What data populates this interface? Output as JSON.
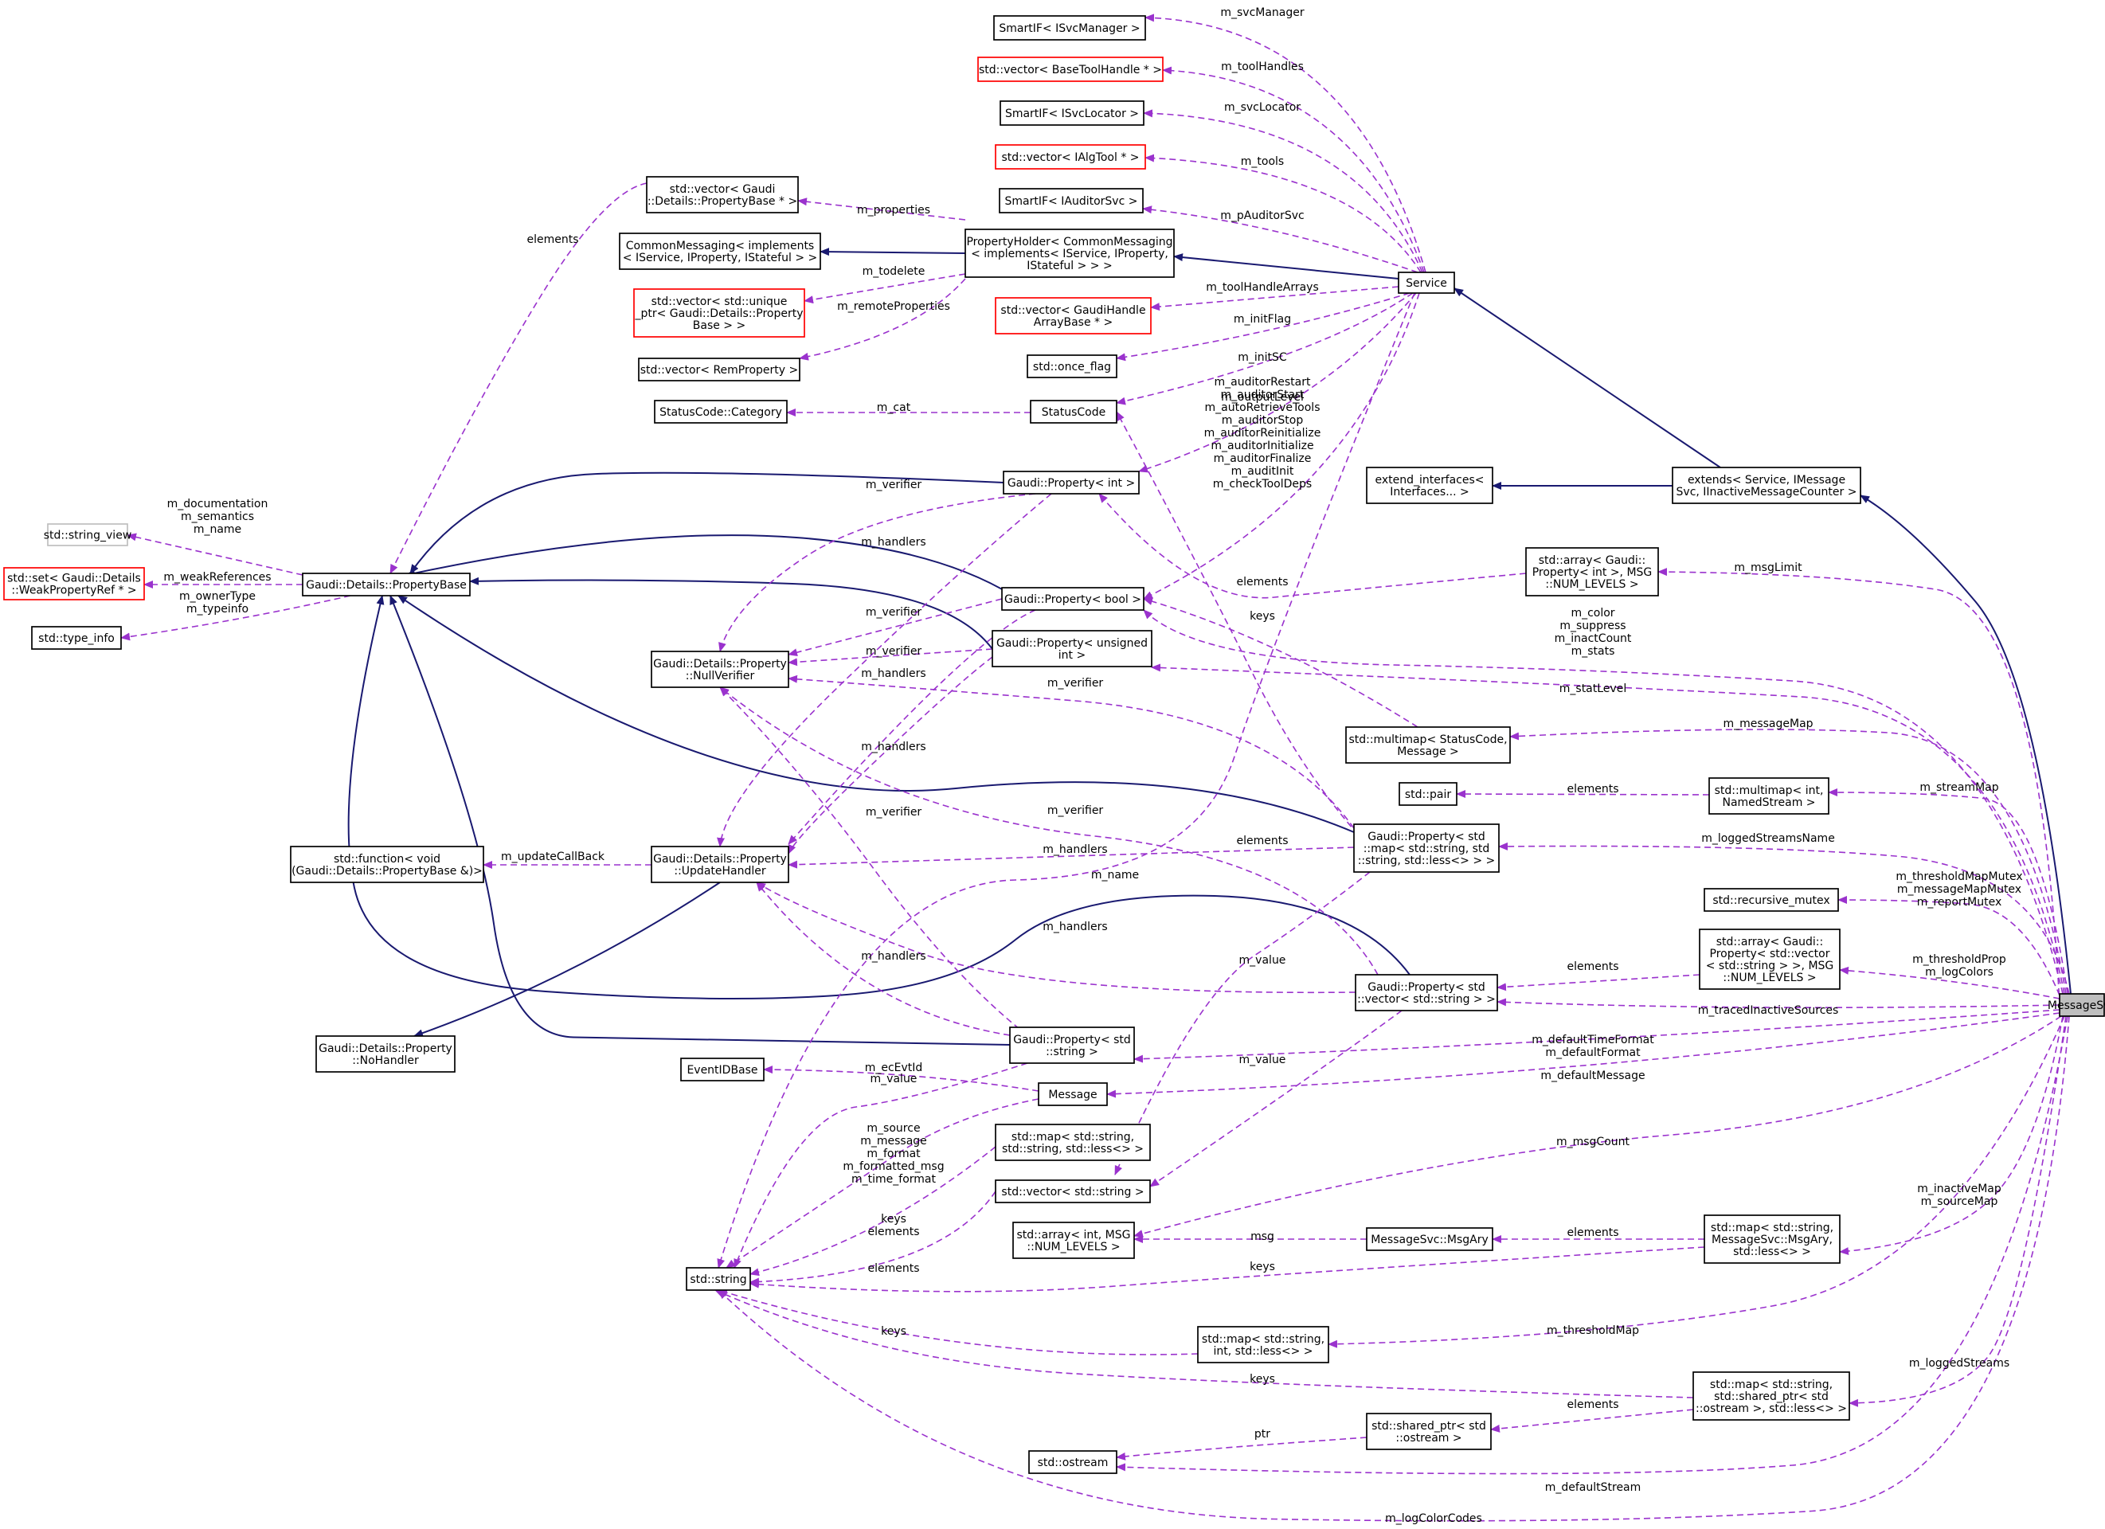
{
  "colors": {
    "inheritance": "#191970",
    "usage": "#9a32cd",
    "incomplete_border": "#ff0000",
    "highlight_fill": "#bfbfbf"
  },
  "nodes": [
    {
      "id": "svcmgr",
      "lines": [
        "SmartIF< ISvcManager >"
      ]
    },
    {
      "id": "vtoolh",
      "lines": [
        "std::vector< BaseToolHandle * >"
      ],
      "style": "red"
    },
    {
      "id": "svcloc",
      "lines": [
        "SmartIF< ISvcLocator >"
      ]
    },
    {
      "id": "valgtool",
      "lines": [
        "std::vector< IAlgTool * >"
      ],
      "style": "red"
    },
    {
      "id": "auditor",
      "lines": [
        "SmartIF< IAuditorSvc >"
      ]
    },
    {
      "id": "vpropbase",
      "lines": [
        "std::vector< Gaudi",
        "::Details::PropertyBase * >"
      ]
    },
    {
      "id": "cmsg",
      "lines": [
        "CommonMessaging< implements",
        "< IService, IProperty, IStateful > >"
      ]
    },
    {
      "id": "propholder",
      "lines": [
        "PropertyHolder< CommonMessaging",
        "< implements< IService, IProperty,",
        "IStateful > > >"
      ]
    },
    {
      "id": "service",
      "lines": [
        "Service"
      ]
    },
    {
      "id": "vuptr",
      "lines": [
        "std::vector< std::unique",
        "_ptr< Gaudi::Details::Property",
        "Base > >"
      ],
      "style": "red"
    },
    {
      "id": "vghab",
      "lines": [
        "std::vector< GaudiHandle",
        "ArrayBase * >"
      ],
      "style": "red"
    },
    {
      "id": "vremprop",
      "lines": [
        "std::vector< RemProperty >"
      ]
    },
    {
      "id": "onceflag",
      "lines": [
        "std::once_flag"
      ]
    },
    {
      "id": "sccat",
      "lines": [
        "StatusCode::Category"
      ]
    },
    {
      "id": "statuscode",
      "lines": [
        "StatusCode"
      ]
    },
    {
      "id": "extifaces",
      "lines": [
        "extend_interfaces<",
        "Interfaces... >"
      ]
    },
    {
      "id": "extends",
      "lines": [
        "extends< Service, IMessage",
        "Svc, IInactiveMessageCounter >"
      ]
    },
    {
      "id": "propint",
      "lines": [
        "Gaudi::Property< int >"
      ]
    },
    {
      "id": "strview",
      "lines": [
        "std::string_view"
      ],
      "style": "grey"
    },
    {
      "id": "setweak",
      "lines": [
        "std::set< Gaudi::Details",
        "::WeakPropertyRef * >"
      ],
      "style": "red"
    },
    {
      "id": "propbase",
      "lines": [
        "Gaudi::Details::PropertyBase"
      ]
    },
    {
      "id": "arrmsgint",
      "lines": [
        "std::array< Gaudi::",
        "Property< int >, MSG",
        "::NUM_LEVELS >"
      ]
    },
    {
      "id": "typeinfo",
      "lines": [
        "std::type_info"
      ]
    },
    {
      "id": "propbool",
      "lines": [
        "Gaudi::Property< bool >"
      ]
    },
    {
      "id": "nullverif",
      "lines": [
        "Gaudi::Details::Property",
        "::NullVerifier"
      ]
    },
    {
      "id": "propuint",
      "lines": [
        "Gaudi::Property< unsigned",
        "int >"
      ]
    },
    {
      "id": "mmstatus",
      "lines": [
        "std::multimap< StatusCode,",
        "Message >"
      ]
    },
    {
      "id": "stdpair",
      "lines": [
        "std::pair"
      ]
    },
    {
      "id": "mmnamed",
      "lines": [
        "std::multimap< int,",
        "NamedStream >"
      ]
    },
    {
      "id": "stdfunc",
      "lines": [
        "std::function< void",
        "(Gaudi::Details::PropertyBase &)>"
      ]
    },
    {
      "id": "updhandler",
      "lines": [
        "Gaudi::Details::Property",
        "::UpdateHandler"
      ]
    },
    {
      "id": "propmap",
      "lines": [
        "Gaudi::Property< std",
        "::map< std::string, std",
        "::string, std::less<> > >"
      ]
    },
    {
      "id": "recmutex",
      "lines": [
        "std::recursive_mutex"
      ]
    },
    {
      "id": "arrvecstr",
      "lines": [
        "std::array< Gaudi::",
        "Property< std::vector",
        "< std::string > >, MSG",
        "::NUM_LEVELS >"
      ]
    },
    {
      "id": "propvec",
      "lines": [
        "Gaudi::Property< std",
        "::vector< std::string > >"
      ]
    },
    {
      "id": "msgsvc",
      "lines": [
        "MessageSvc"
      ],
      "style": "hl"
    },
    {
      "id": "nohandler",
      "lines": [
        "Gaudi::Details::Property",
        "::NoHandler"
      ]
    },
    {
      "id": "propstr",
      "lines": [
        "Gaudi::Property< std",
        "::string >"
      ]
    },
    {
      "id": "eventid",
      "lines": [
        "EventIDBase"
      ]
    },
    {
      "id": "message",
      "lines": [
        "Message"
      ]
    },
    {
      "id": "mapstrstr",
      "lines": [
        "std::map< std::string,",
        "std::string, std::less<> >"
      ]
    },
    {
      "id": "vecstr",
      "lines": [
        "std::vector< std::string >"
      ]
    },
    {
      "id": "arrint",
      "lines": [
        "std::array< int, MSG",
        "::NUM_LEVELS >"
      ]
    },
    {
      "id": "msgary",
      "lines": [
        "MessageSvc::MsgAry"
      ]
    },
    {
      "id": "mapmsgary",
      "lines": [
        "std::map< std::string,",
        "MessageSvc::MsgAry,",
        "std::less<> >"
      ]
    },
    {
      "id": "stdstring",
      "lines": [
        "std::string"
      ]
    },
    {
      "id": "mapstrint",
      "lines": [
        "std::map< std::string,",
        "int, std::less<> >"
      ]
    },
    {
      "id": "mapshared",
      "lines": [
        "std::map< std::string,",
        "std::shared_ptr< std",
        "::ostream >, std::less<> >"
      ]
    },
    {
      "id": "sharedptr",
      "lines": [
        "std::shared_ptr< std",
        "::ostream >"
      ]
    },
    {
      "id": "ostream",
      "lines": [
        "std::ostream"
      ]
    }
  ],
  "edge_labels": {
    "m_svcManager": [
      "m_svcManager"
    ],
    "m_toolHandles": [
      "m_toolHandles"
    ],
    "m_svcLocator": [
      "m_svcLocator"
    ],
    "m_tools": [
      "m_tools"
    ],
    "m_pAuditorSvc": [
      "m_pAuditorSvc"
    ],
    "m_properties": [
      "m_properties"
    ],
    "m_todelete": [
      "m_todelete"
    ],
    "m_remoteProperties": [
      "m_remoteProperties"
    ],
    "m_toolHandleArrays": [
      "m_toolHandleArrays"
    ],
    "m_initFlag": [
      "m_initFlag"
    ],
    "m_initSC": [
      "m_initSC"
    ],
    "m_cat": [
      "m_cat"
    ],
    "m_outputLevel": [
      "m_outputLevel"
    ],
    "elements_vpropbase": [
      "elements"
    ],
    "auditor_group": [
      "m_auditorRestart",
      "m_auditorStart",
      "m_autoRetrieveTools",
      "m_auditorStop",
      "m_auditorReinitialize",
      "m_auditorInitialize",
      "m_auditorFinalize",
      "m_auditInit",
      "m_checkToolDeps"
    ],
    "doc_group": [
      "m_documentation",
      "m_semantics",
      "m_name"
    ],
    "m_weakReferences": [
      "m_weakReferences"
    ],
    "owner_group": [
      "m_ownerType",
      "m_typeinfo"
    ],
    "m_verifier_int": [
      "m_verifier"
    ],
    "m_handlers_int": [
      "m_handlers"
    ],
    "m_verifier_bool": [
      "m_verifier"
    ],
    "m_verifier_uint": [
      "m_verifier"
    ],
    "m_handlers_uint": [
      "m_handlers"
    ],
    "m_handlers_bool": [
      "m_handlers"
    ],
    "m_verifier_map": [
      "m_verifier"
    ],
    "m_verifier_vec": [
      "m_verifier"
    ],
    "m_verifier_str": [
      "m_verifier"
    ],
    "m_updateCallBack": [
      "m_updateCallBack"
    ],
    "m_handlers_map": [
      "m_handlers"
    ],
    "m_name": [
      "m_name"
    ],
    "m_handlers_vec": [
      "m_handlers"
    ],
    "m_handlers_str": [
      "m_handlers"
    ],
    "elements_arrmsgint": [
      "elements"
    ],
    "keys_mmstatus": [
      "keys"
    ],
    "elements_mmnamed": [
      "elements"
    ],
    "elements_map": [
      "elements"
    ],
    "m_value_map": [
      "m_value"
    ],
    "elements_arrvec": [
      "elements"
    ],
    "m_value_vec": [
      "m_value"
    ],
    "m_msgLimit": [
      "m_msgLimit"
    ],
    "stats_group": [
      "m_color",
      "m_suppress",
      "m_inactCount",
      "m_stats"
    ],
    "m_statLevel": [
      "m_statLevel"
    ],
    "m_messageMap": [
      "m_messageMap"
    ],
    "m_streamMap": [
      "m_streamMap"
    ],
    "m_loggedStreamsName": [
      "m_loggedStreamsName"
    ],
    "mutex_group": [
      "m_thresholdMapMutex",
      "m_messageMapMutex",
      "m_reportMutex"
    ],
    "thresh_group": [
      "m_thresholdProp",
      "m_logColors"
    ],
    "m_tracedInactiveSources": [
      "m_tracedInactiveSources"
    ],
    "timefmt_group": [
      "m_defaultTimeFormat",
      "m_defaultFormat"
    ],
    "m_defaultMessage": [
      "m_defaultMessage"
    ],
    "m_ecEvtId": [
      "m_ecEvtId"
    ],
    "m_value_str": [
      "m_value"
    ],
    "message_group": [
      "m_source",
      "m_message",
      "m_format",
      "m_formatted_msg",
      "m_time_format"
    ],
    "keys_elements_mapstr": [
      "keys",
      "elements"
    ],
    "elements_vecstr": [
      "elements"
    ],
    "m_msgCount": [
      "m_msgCount"
    ],
    "msg": [
      "msg"
    ],
    "elements_msgary": [
      "elements"
    ],
    "inactive_group": [
      "m_inactiveMap",
      "m_sourceMap"
    ],
    "keys_msgary": [
      "keys"
    ],
    "keys_strint": [
      "keys"
    ],
    "m_thresholdMap": [
      "m_thresholdMap"
    ],
    "keys_shared": [
      "keys"
    ],
    "m_loggedStreams": [
      "m_loggedStreams"
    ],
    "elements_shared": [
      "elements"
    ],
    "ptr": [
      "ptr"
    ],
    "m_defaultStream": [
      "m_defaultStream"
    ],
    "m_logColorCodes": [
      "m_logColorCodes"
    ]
  }
}
